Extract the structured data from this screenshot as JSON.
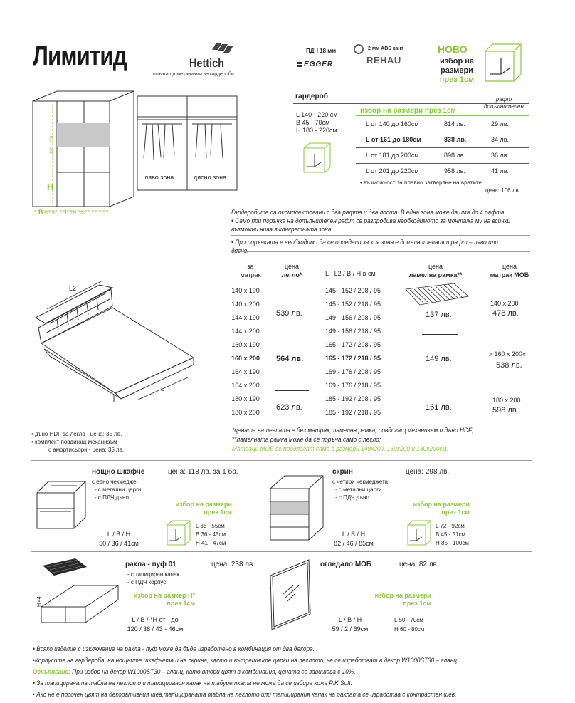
{
  "header": {
    "title": "Лимитид",
    "brand": "Hettich",
    "brand_sub": "плъзгащи механизми за гардероби",
    "pdch": "ПДЧ 18 мм",
    "egger": "EGGER",
    "abs": "2 мм ABS кант",
    "rehau": "REHAU",
    "new_label": "НОВО",
    "new_line1": "избор на",
    "new_line2": "размери",
    "new_line3": "през 1см"
  },
  "wardrobe": {
    "dim_h": "H",
    "dim_h_sub": "180 - 220",
    "dim_b": "B",
    "dim_b_sub": "45 - 70",
    "dim_l": "L",
    "dim_l_sub": "140 - 220",
    "left_zone": "ляво зона",
    "right_zone": "дясно зона",
    "heading": "гардероб",
    "sizes": [
      "L 140 - 220 см",
      "B 45 - 70см",
      "H 180 - 220см"
    ],
    "choice_title": "избор на размери през 1см",
    "shelf_header_1": "рафт",
    "shelf_header_2": "допълнителен",
    "rows": [
      {
        "range": "L от 140 до 160см",
        "price": "814 лв.",
        "shelf": "29 лв.",
        "bold": false
      },
      {
        "range": "L от 161 до 180см",
        "price": "838 лв.",
        "shelf": "34 лв.",
        "bold": true
      },
      {
        "range": "L от 181 до 200см",
        "price": "898 лв.",
        "shelf": "36 лв.",
        "bold": false
      },
      {
        "range": "L от 201 до 220см",
        "price": "958 лв.",
        "shelf": "41 лв.",
        "bold": false
      }
    ],
    "soft_close": "• възможност за плавно затваряне на вратите",
    "soft_close_price": "цена: 106 лв.",
    "note1": "Гардеробите са окомплектовани с два рафта и два лоста. В една зона може да има до 4 рафта.",
    "note2": "• Само при поръчка на допълнителен рафт се разпробива необходимото за монтажа му на всички възможни нива в конкретната зона.",
    "note3": "• При поръчката е необходимо да се определи за коя зона е допълнителният рафт – ляво или дясно."
  },
  "bed": {
    "dim_l2": "L2",
    "dim_l": "L",
    "col_mattress_1": "за",
    "col_mattress_2": "матрак",
    "col_price_1": "цена",
    "col_price_2": "легло*",
    "col_dims": "L - L2 / B / H в см",
    "col_slat_1": "цена",
    "col_slat_2": "ламелна рамка**",
    "col_mob_1": "цена",
    "col_mob_2": "матрак МОБ",
    "sizes": [
      "140 x 190",
      "140 x 200",
      "144 x 190",
      "144 x 200",
      "160 x 190",
      "160 x 200",
      "164 x 190",
      "164 x 200",
      "180 x 190",
      "180 x 200"
    ],
    "dims": [
      "145 - 152 / 208 / 95",
      "145 - 152 / 218 / 95",
      "149 - 156 / 208 / 95",
      "149 - 156 / 218 / 95",
      "165 - 172 / 208 / 95",
      "165 - 172 / 218 / 95",
      "169 - 176 / 208 / 95",
      "169 - 176 / 218 / 95",
      "185 - 192 / 208 / 95",
      "185 - 192 / 218 / 95"
    ],
    "price_a": "539 лв.",
    "price_b": "564 лв.",
    "price_c": "623 лв.",
    "slat_a": "137 лв.",
    "slat_b": "149 лв.",
    "slat_c": "161 лв.",
    "mob_a_size": "140 x 200",
    "mob_a_price": "478 лв.",
    "mob_b_size": "» 160 x 200«",
    "mob_b_price": "538 лв.",
    "mob_c_size": "180 x 200",
    "mob_c_price": "598 лв.",
    "extra1": "• дъно HDF за легло - цена: 35 лв.",
    "extra2": "• комплект повдигащ механизъм",
    "extra3": "с амортисьори - цена: 35 лв.",
    "fn1": "*цената на леглата е без матрак, ламелна рамка, повдигащ механизъм и дъно HDF;",
    "fn2": "**ламелната рамка може да се поръча само с легло;",
    "fn3": "Матраци МОБ се предлагат само в размери 140x200, 160x200 и 180x200см."
  },
  "nightstand": {
    "title": "нощно шкафче",
    "price": "цена: 118 лв. за 1 бр.",
    "f1": "с едно чекмедже",
    "f2": "- с метални царги",
    "f3": "- с ПДЧ дъно",
    "choice1": "избор на размери",
    "choice2": "през 1см",
    "dims_label": "L / B / H",
    "dims": "50 / 36 / 41см",
    "r1": "L 35 - 55см",
    "r2": "B 36 - 45см",
    "r3": "H 41 - 47см"
  },
  "chest": {
    "title": "скрин",
    "price": "цена: 298 лв.",
    "f1": "с четири чекмеджета",
    "f2": "- с метални царги",
    "f3": "- с ПДЧ дъно",
    "choice1": "избор на размери",
    "choice2": "през 1см",
    "dims_label": "L / B / H",
    "dims": "82 / 46 / 85см",
    "r1": "L 72 - 92см",
    "r2": "B 45 - 51см",
    "r3": "H 85 - 100см"
  },
  "pouf": {
    "title": "ракла - пуф 01",
    "price": "цена: 238 лв.",
    "f1": "- с тапициран капак",
    "f2": "- с ПДЧ корпус",
    "choice1": "избор на размер H*",
    "choice2": "през 1см",
    "dims_label": "L / B / *H от - до",
    "dims": "120 / 38 / 43 - 46см",
    "h_label": "H 44"
  },
  "mirror": {
    "title": "огледало МОБ",
    "price": "цена: 82 лв.",
    "choice1": "избор на размери",
    "choice2": "през 1см",
    "dims_label": "L / B / H",
    "dims": "59 / 2 / 69см",
    "r1": "L 50 - 70см",
    "r2": "H 60 - 80см"
  },
  "footer": {
    "n1": "• Всяко изделие с изключение на ракла - пуф може да бъде изработено в комбинация от два декора.",
    "n2": "•Корпусите на гардероба, на нощните шкафчета и на скрина, както и вътрешните царги на леглото, не се изработват в декор W1000ST30 – гланц.",
    "n3_label": "Оскъпяване:",
    "n3": " При избор на декор W1000ST30 – гланц, като втори цвят в комбинация, цената се завишава с 10%.",
    "n4": "• За тапицираната табла на леглото и тапицирания капак на табуретката не може да се избира кожа PIK Soft.",
    "n5": "• Ако не е посочен цвят на декоративния шев,тапицираната табла на леглото или тапицирания капак на раклата се изработва с контрастен шев."
  },
  "colors": {
    "accent": "#8cc63f",
    "text": "#2a2a2a"
  }
}
